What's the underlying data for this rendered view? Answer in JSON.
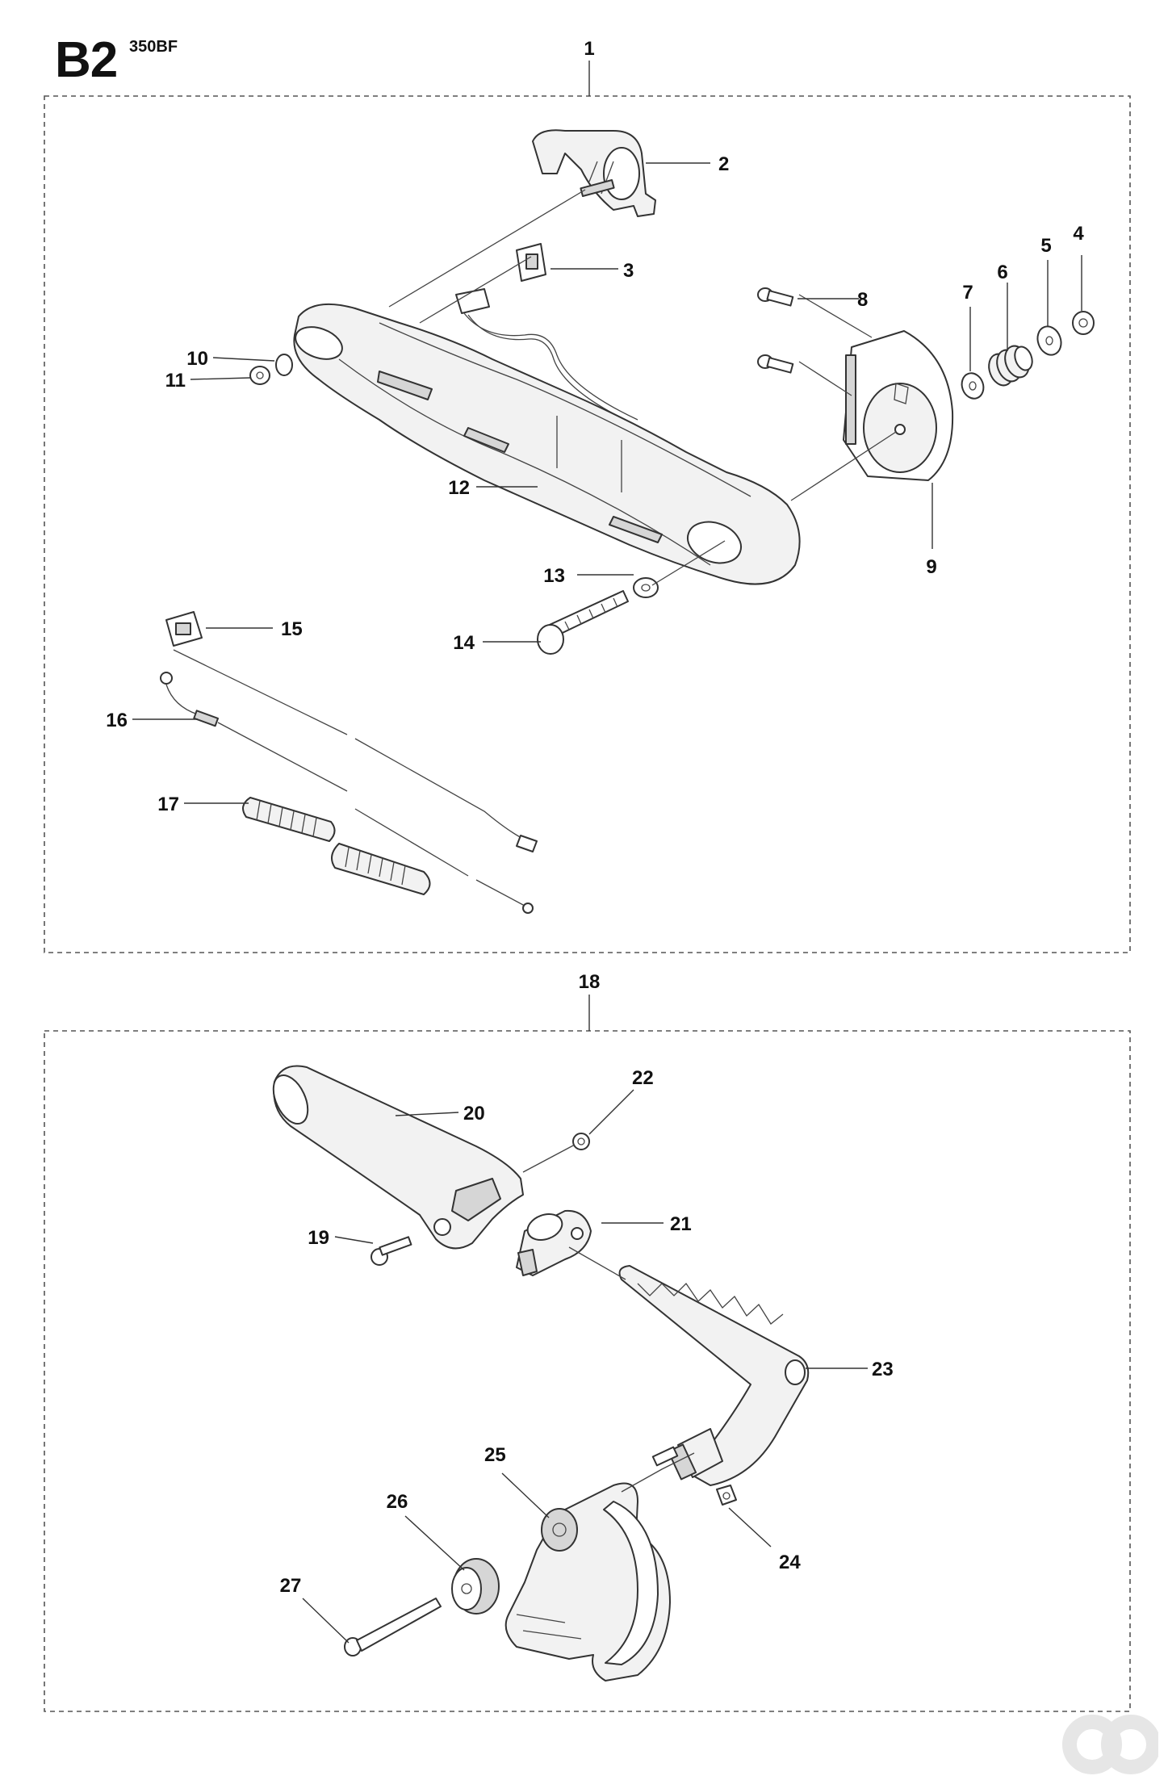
{
  "header": {
    "section": "B2",
    "model": "350BF"
  },
  "groups": [
    {
      "label": "1"
    },
    {
      "label": "18"
    }
  ],
  "callouts": [
    "2",
    "3",
    "4",
    "5",
    "6",
    "7",
    "8",
    "9",
    "10",
    "11",
    "12",
    "13",
    "14",
    "15",
    "16",
    "17",
    "19",
    "20",
    "21",
    "22",
    "23",
    "24",
    "25",
    "26",
    "27"
  ],
  "logo": {
    "icon": "brand-logo-icon",
    "color": "#e6e6e6"
  }
}
